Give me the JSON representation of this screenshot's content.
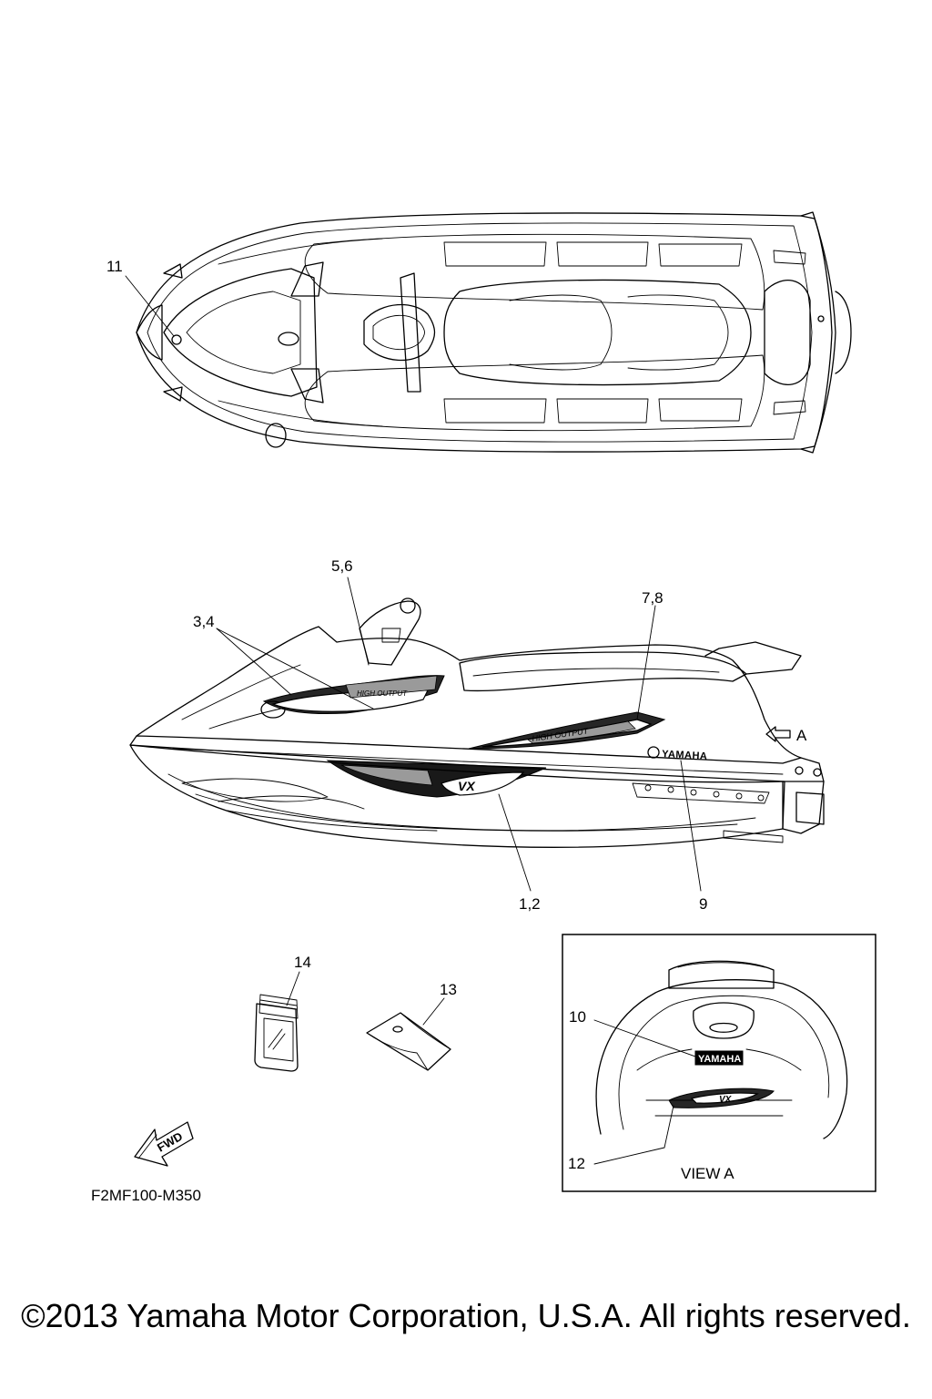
{
  "callouts": {
    "c11": "11",
    "c56": "5,6",
    "c34": "3,4",
    "c78": "7,8",
    "c12": "1,2",
    "c9": "9",
    "c14": "14",
    "c13": "13",
    "c10": "10",
    "c12b": "12"
  },
  "arrow_a": "A",
  "view_label": "VIEW A",
  "fwd_text": "FWD",
  "diagram_code": "F2MF100-M350",
  "decal_text": {
    "yamaha_side": "YAMAHA",
    "yamaha_rear": "YAMAHA",
    "vx_logo": "VX",
    "high_output": "HIGH OUTPUT",
    "rear_logo": "VX"
  },
  "copyright": "©2013 Yamaha Motor Corporation, U.S.A. All rights reserved."
}
